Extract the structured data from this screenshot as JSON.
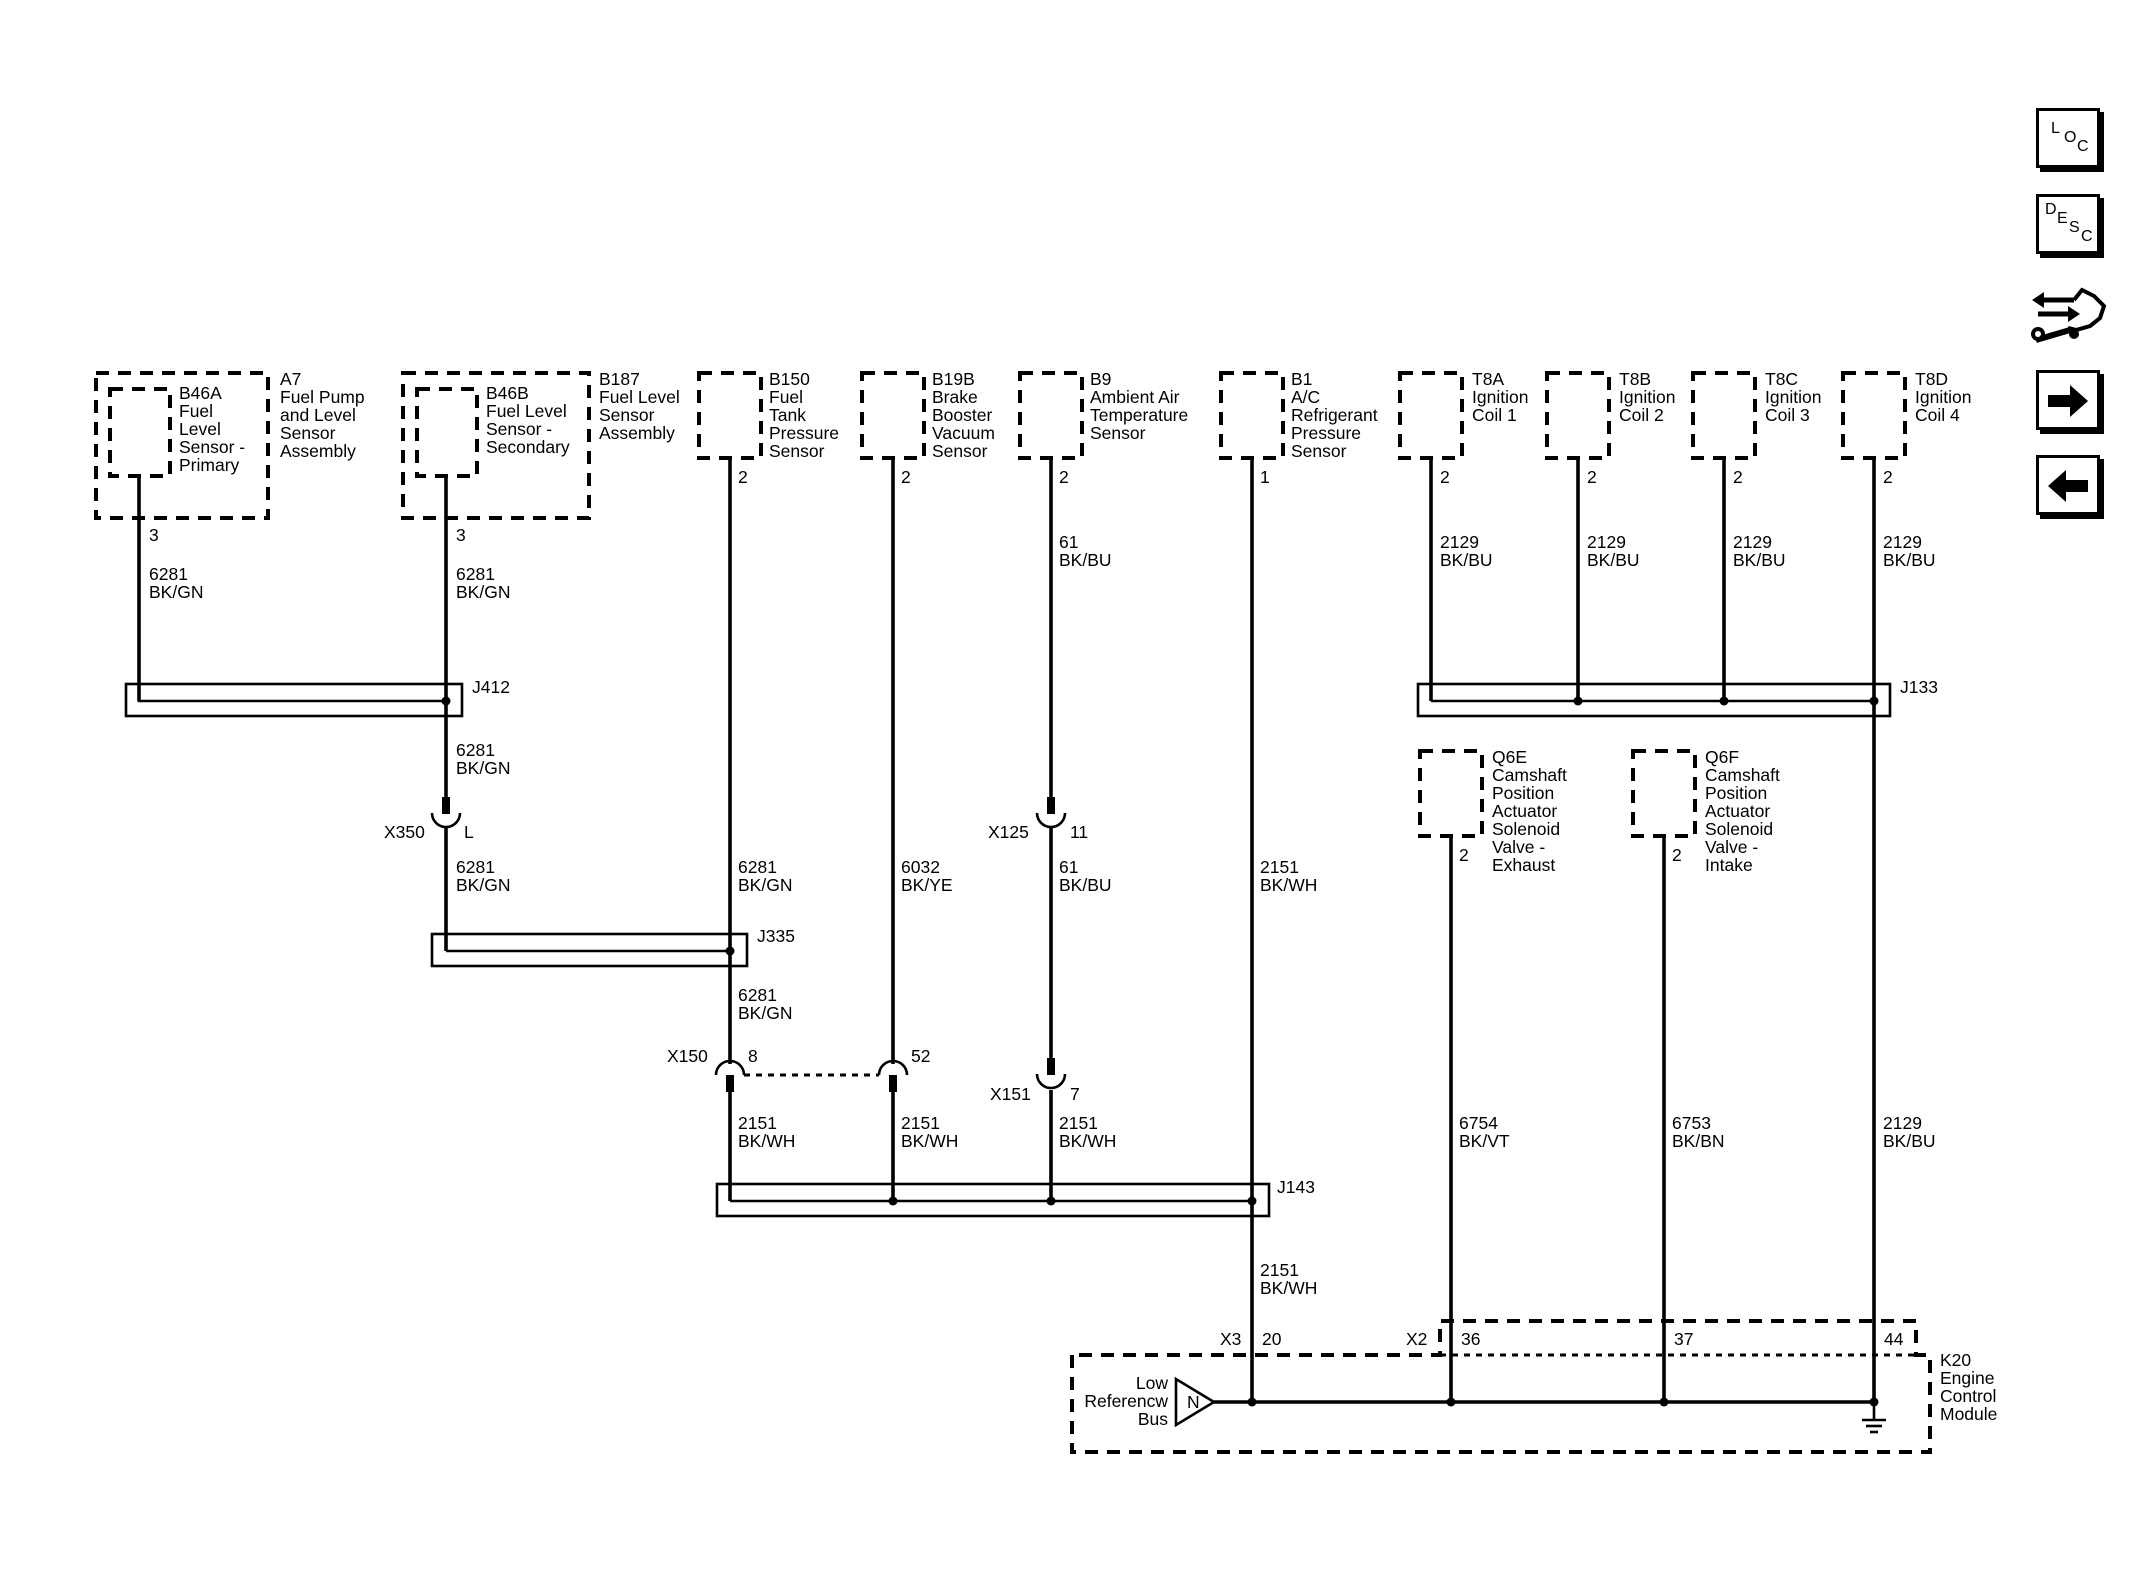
{
  "components": [
    {
      "ref": "B46A",
      "name": [
        "Fuel",
        "Level",
        "Sensor -",
        "Primary"
      ]
    },
    {
      "ref": "A7",
      "name": [
        "Fuel Pump",
        "and Level",
        "Sensor",
        "Assembly"
      ]
    },
    {
      "ref": "B46B",
      "name": [
        "Fuel Level",
        "Sensor -",
        "Secondary"
      ]
    },
    {
      "ref": "B187",
      "name": [
        "Fuel Level",
        "Sensor",
        "Assembly"
      ]
    },
    {
      "ref": "B150",
      "name": [
        "Fuel",
        "Tank",
        "Pressure",
        "Sensor"
      ]
    },
    {
      "ref": "B19B",
      "name": [
        "Brake",
        "Booster",
        "Vacuum",
        "Sensor"
      ]
    },
    {
      "ref": "B9",
      "name": [
        "Ambient Air",
        "Temperature",
        "Sensor"
      ]
    },
    {
      "ref": "B1",
      "name": [
        "A/C",
        "Refrigerant",
        "Pressure",
        "Sensor"
      ]
    },
    {
      "ref": "T8A",
      "name": [
        "Ignition",
        "Coil 1"
      ]
    },
    {
      "ref": "T8B",
      "name": [
        "Ignition",
        "Coil 2"
      ]
    },
    {
      "ref": "T8C",
      "name": [
        "Ignition",
        "Coil 3"
      ]
    },
    {
      "ref": "T8D",
      "name": [
        "Ignition",
        "Coil 4"
      ]
    },
    {
      "ref": "Q6E",
      "name": [
        "Camshaft",
        "Position",
        "Actuator",
        "Solenoid",
        "Valve -",
        "Exhaust"
      ]
    },
    {
      "ref": "Q6F",
      "name": [
        "Camshaft",
        "Position",
        "Actuator",
        "Solenoid",
        "Valve -",
        "Intake"
      ]
    },
    {
      "ref": "K20",
      "name": [
        "Engine",
        "Control",
        "Module"
      ]
    }
  ],
  "pins": [
    "3",
    "3",
    "2",
    "2",
    "2",
    "1",
    "2",
    "2",
    "2",
    "2",
    "2",
    "2"
  ],
  "splices": [
    "J412",
    "J335",
    "J143",
    "J133"
  ],
  "connectors": [
    "X350",
    "L",
    "X125",
    "11",
    "X150",
    "8",
    "52",
    "X151",
    "7",
    "X3",
    "20",
    "X2",
    "36",
    "37",
    "44"
  ],
  "wires": [
    {
      "circuit": "6281",
      "color": "BK/GN"
    },
    {
      "circuit": "6281",
      "color": "BK/GN"
    },
    {
      "circuit": "6281",
      "color": "BK/GN"
    },
    {
      "circuit": "6281",
      "color": "BK/GN"
    },
    {
      "circuit": "6281",
      "color": "BK/GN"
    },
    {
      "circuit": "6032",
      "color": "BK/YE"
    },
    {
      "circuit": "61",
      "color": "BK/BU"
    },
    {
      "circuit": "61",
      "color": "BK/BU"
    },
    {
      "circuit": "2151",
      "color": "BK/WH"
    },
    {
      "circuit": "6281",
      "color": "BK/GN"
    },
    {
      "circuit": "2151",
      "color": "BK/WH"
    },
    {
      "circuit": "2151",
      "color": "BK/WH"
    },
    {
      "circuit": "2151",
      "color": "BK/WH"
    },
    {
      "circuit": "2151",
      "color": "BK/WH"
    },
    {
      "circuit": "2129",
      "color": "BK/BU"
    },
    {
      "circuit": "2129",
      "color": "BK/BU"
    },
    {
      "circuit": "2129",
      "color": "BK/BU"
    },
    {
      "circuit": "2129",
      "color": "BK/BU"
    },
    {
      "circuit": "6754",
      "color": "BK/VT"
    },
    {
      "circuit": "6753",
      "color": "BK/BN"
    },
    {
      "circuit": "2129",
      "color": "BK/BU"
    }
  ],
  "ecm_internal": {
    "label": [
      "Low",
      "Referencw",
      "Bus"
    ],
    "symbol": "N"
  },
  "nav": {
    "loc": [
      "L",
      "O",
      "C"
    ],
    "desc": [
      "D",
      "E",
      "S",
      "C"
    ],
    "icons": [
      "service-info-icon",
      "arrow-right-icon",
      "arrow-left-icon"
    ]
  }
}
